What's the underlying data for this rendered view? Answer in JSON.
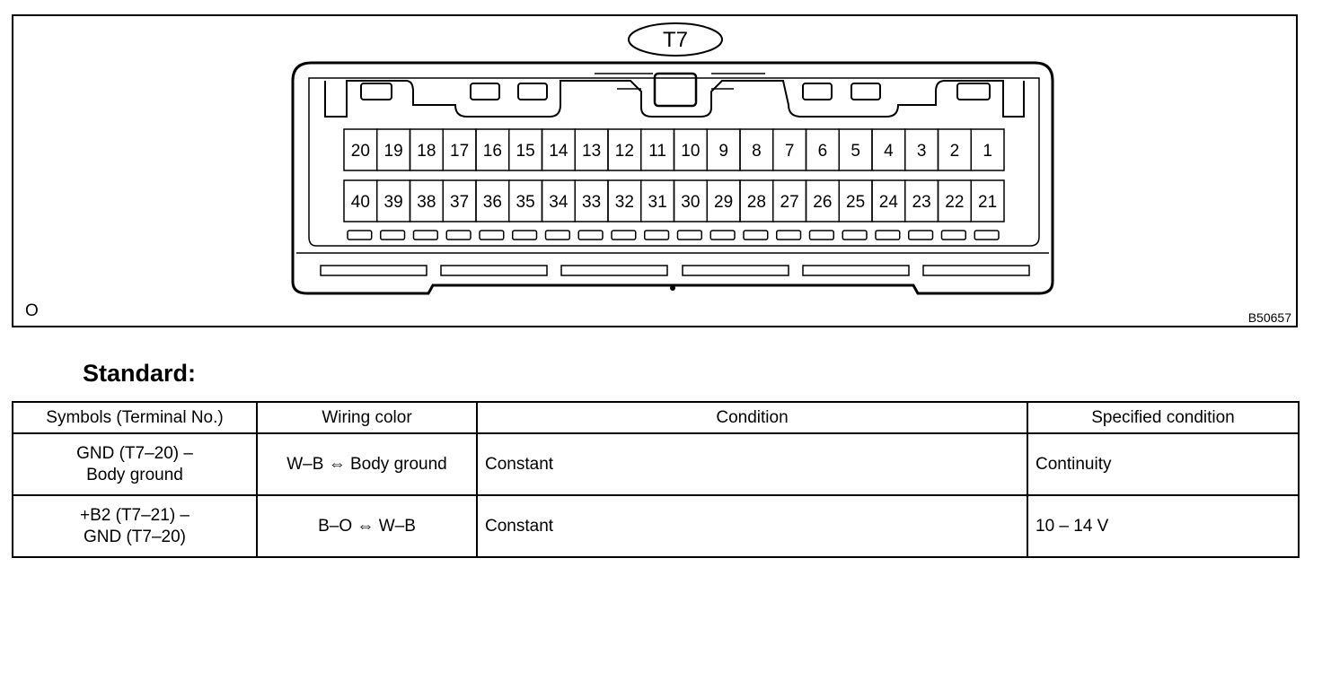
{
  "diagram": {
    "connector_label": "T7",
    "corner_mark": "O",
    "figure_code": "B50657",
    "pins_top": [
      "20",
      "19",
      "18",
      "17",
      "16",
      "15",
      "14",
      "13",
      "12",
      "11",
      "10",
      "9",
      "8",
      "7",
      "6",
      "5",
      "4",
      "3",
      "2",
      "1"
    ],
    "pins_bottom": [
      "40",
      "39",
      "38",
      "37",
      "36",
      "35",
      "34",
      "33",
      "32",
      "31",
      "30",
      "29",
      "28",
      "27",
      "26",
      "25",
      "24",
      "23",
      "22",
      "21"
    ]
  },
  "heading": "Standard:",
  "table": {
    "headers": [
      "Symbols (Terminal No.)",
      "Wiring color",
      "Condition",
      "Specified condition"
    ],
    "rows": [
      {
        "symbol_line1": "GND (T7–20) –",
        "symbol_line2": "Body ground",
        "wiring": "W–B ⇔ Body ground",
        "condition": "Constant",
        "spec": "Continuity"
      },
      {
        "symbol_line1": "+B2 (T7–21) –",
        "symbol_line2": "GND (T7–20)",
        "wiring": "B–O ⇔ W–B",
        "condition": "Constant",
        "spec": "10 – 14 V"
      }
    ]
  }
}
